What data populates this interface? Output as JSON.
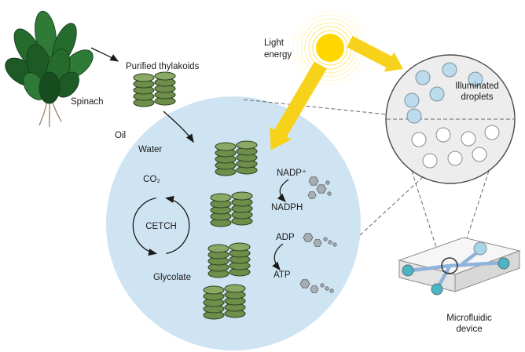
{
  "labels": {
    "spinach": "Spinach",
    "purified_thylakoids": "Purified thylakoids",
    "light": "Light",
    "energy": "energy",
    "oil": "Oil",
    "water": "Water",
    "co2": "CO₂",
    "cetch": "CETCH",
    "glycolate": "Glycolate",
    "nadp": "NADP⁺",
    "nadph": "NADPH",
    "adp": "ADP",
    "atp": "ATP",
    "illuminated": "Illuminated",
    "droplets": "droplets",
    "microfluidic": "Microfluidic",
    "device": "device"
  },
  "colors": {
    "droplet_water": "#cfe4f3",
    "thylakoid_green": "#6e8f4c",
    "thylakoid_outline": "#2e431d",
    "sun_yellow": "#ffd700",
    "light_arrow_yellow": "#f6d21a",
    "illuminated_droplet_blue": "#bcdcee",
    "plain_droplet_white": "#ffffff",
    "molecule_gray": "#a7adb3",
    "channel_blue": "#8fb3dc",
    "port_teal": "#4ab5c4",
    "port_light_blue": "#a8d4e8"
  }
}
